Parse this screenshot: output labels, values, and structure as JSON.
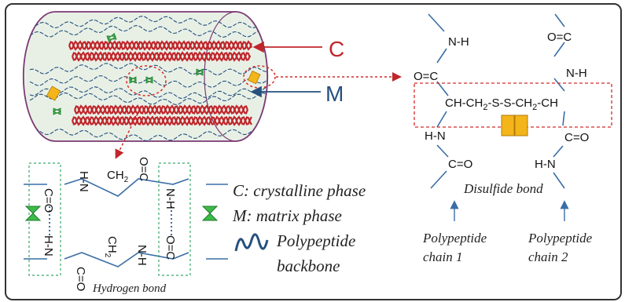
{
  "fiber": {
    "label_c": "C",
    "label_m": "M",
    "colors": {
      "crystalline": "#c0262c",
      "matrix": "#25507e",
      "cylinder": "#e8f0e6"
    }
  },
  "legend": {
    "c_line": "C:  crystalline phase",
    "m_line": "M:  matrix phase",
    "backbone_line1": "Polypeptide",
    "backbone_line2": "backbone"
  },
  "hydrogen": {
    "caption": "Hydrogen bond",
    "top_left_group": "H-N",
    "top_mid_group": "CH",
    "top_mid_sub": "2",
    "top_right_group": "O=C",
    "left_upper": "C=O",
    "left_lower": "H-N",
    "right_upper": "N-H",
    "right_lower": "O=C",
    "bot_left_group": "C=O",
    "bot_mid_group": "CH",
    "bot_mid_sub": "2",
    "bot_right_group": "N-H"
  },
  "disulfide": {
    "caption": "Disulfide bond",
    "left_nh_top": "N-H",
    "left_oc": "O=C",
    "left_hn": "H-N",
    "left_co": "C=O",
    "right_oc_top": "O=C",
    "right_nh": "N-H",
    "right_co": "C=O",
    "right_hn": "H-N",
    "bridge": [
      {
        "t": "CH-CH",
        "sub": false
      },
      {
        "t": "2",
        "sub": true
      },
      {
        "t": "-S-S-CH",
        "sub": false
      },
      {
        "t": "2",
        "sub": true
      },
      {
        "t": "-CH",
        "sub": false
      }
    ],
    "chain1_line1": "Polypeptide",
    "chain1_line2": "chain 1",
    "chain2_line1": "Polypeptide",
    "chain2_line2": "chain 2"
  }
}
